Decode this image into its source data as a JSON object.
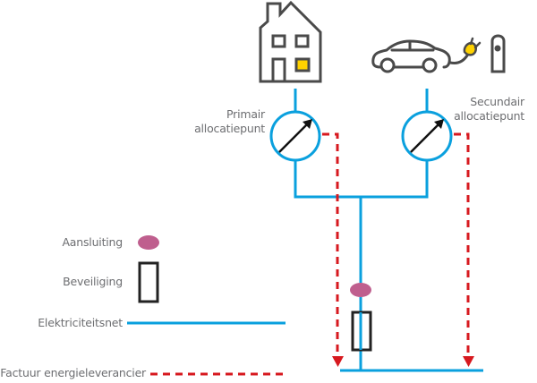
{
  "colors": {
    "network": "#0aa0de",
    "invoice": "#d7191f",
    "connection": "#bf5f8e",
    "icon": "#4a4a4a",
    "accent": "#ffd200",
    "label": "#6d6e71",
    "meter_arrow": "#111111"
  },
  "icons": {
    "house": "house-icon",
    "car": "electric-car-icon",
    "plug": "plug-icon",
    "charger": "charging-station-icon",
    "meter": "meter-icon"
  },
  "meters": {
    "primary": {
      "label_line1": "Primair",
      "label_line2": "allocatiepunt"
    },
    "secondary": {
      "label_line1": "Secundair",
      "label_line2": "allocatiepunt"
    }
  },
  "legend": {
    "connection": "Aansluiting",
    "fuse": "Beveiliging",
    "network": "Elektriciteitsnet",
    "invoice": "Factuur energieleverancier"
  }
}
